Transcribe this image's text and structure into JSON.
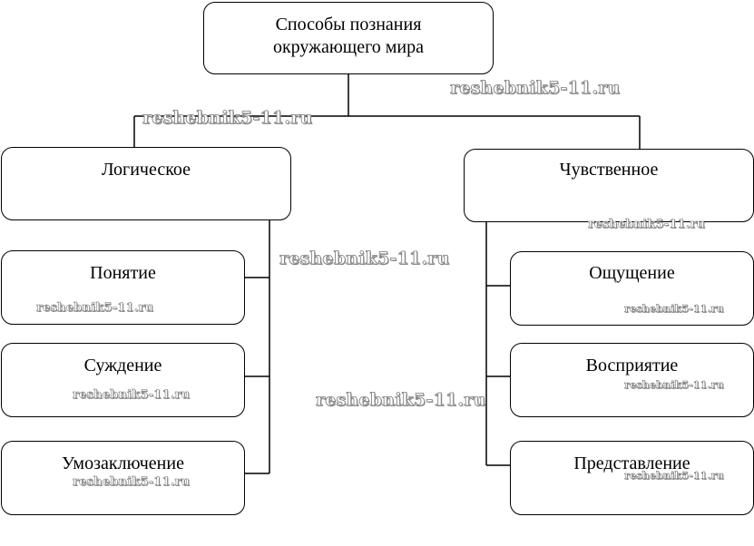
{
  "diagram": {
    "root": "Способы познания окружающего мира",
    "left": {
      "title": "Логическое",
      "items": [
        "Понятие",
        "Суждение",
        "Умозаключение"
      ]
    },
    "right": {
      "title": "Чувственное",
      "items": [
        "Ощущение",
        "Восприятие",
        "Представление"
      ]
    }
  },
  "watermarks": [
    "reshebnik5-11.ru",
    "reshebnik5-11.ru",
    "reshebnik5-11.ru",
    "reshebnik5-11.ru",
    "reshebnik5-11.ru",
    "reshebnik5-11.ru",
    "reshebnik5-11.ru",
    "reshebnik5-11.ru",
    "reshebnik5-11.ru",
    "reshebnik5-11.ru",
    "reshebnik5-11.ru"
  ]
}
